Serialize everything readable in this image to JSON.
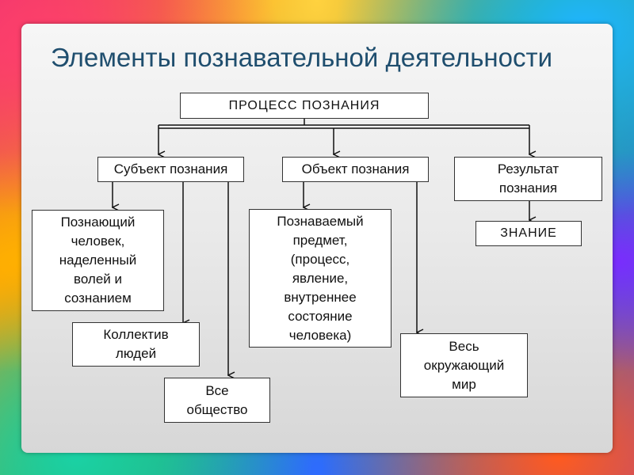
{
  "title": "Элементы познавательной деятельности",
  "nodes": {
    "process": "ПРОЦЕСС ПОЗНАНИЯ",
    "subject": "Субъект познания",
    "object": "Объект познания",
    "result": "Результат\nпознания",
    "knowledge": "ЗНАНИЕ",
    "knowing_person": "Познающий\nчеловек,\nнаделенный\nволей и\nсознанием",
    "collective": "Коллектив\nлюдей",
    "society": "Все\nобщество",
    "known_subject": "Познаваемый\nпредмет,\n(процесс,\nявление,\nвнутреннее\nсостояние\nчеловека)",
    "world": "Весь\nокружающий\nмир"
  },
  "colors": {
    "title": "#1f4e6e",
    "box_border": "#333333",
    "connector": "#111111"
  }
}
